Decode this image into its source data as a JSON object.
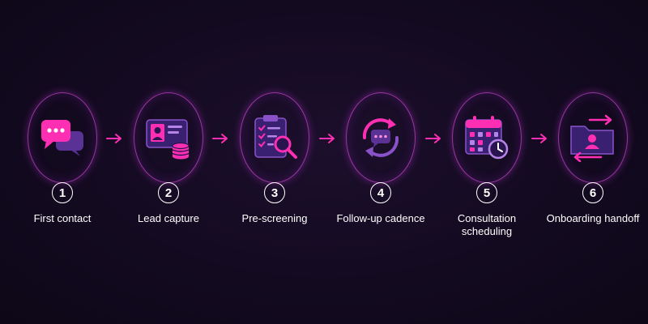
{
  "steps": [
    {
      "number": "1",
      "label": "First contact",
      "icon": "chat-bubbles-icon"
    },
    {
      "number": "2",
      "label": "Lead capture",
      "icon": "id-card-database-icon"
    },
    {
      "number": "3",
      "label": "Pre-screening",
      "icon": "clipboard-magnifier-icon"
    },
    {
      "number": "4",
      "label": "Follow-up cadence",
      "icon": "cycle-chat-icon"
    },
    {
      "number": "5",
      "label": "Consultation scheduling",
      "icon": "calendar-clock-icon"
    },
    {
      "number": "6",
      "label": "Onboarding handoff",
      "icon": "folder-transfer-icon"
    }
  ],
  "colors": {
    "background": "#130a20",
    "accent_magenta": "#ff2fb4",
    "accent_purple": "#6b3fa6",
    "ring": "#c446c8",
    "text": "#ffffff"
  }
}
